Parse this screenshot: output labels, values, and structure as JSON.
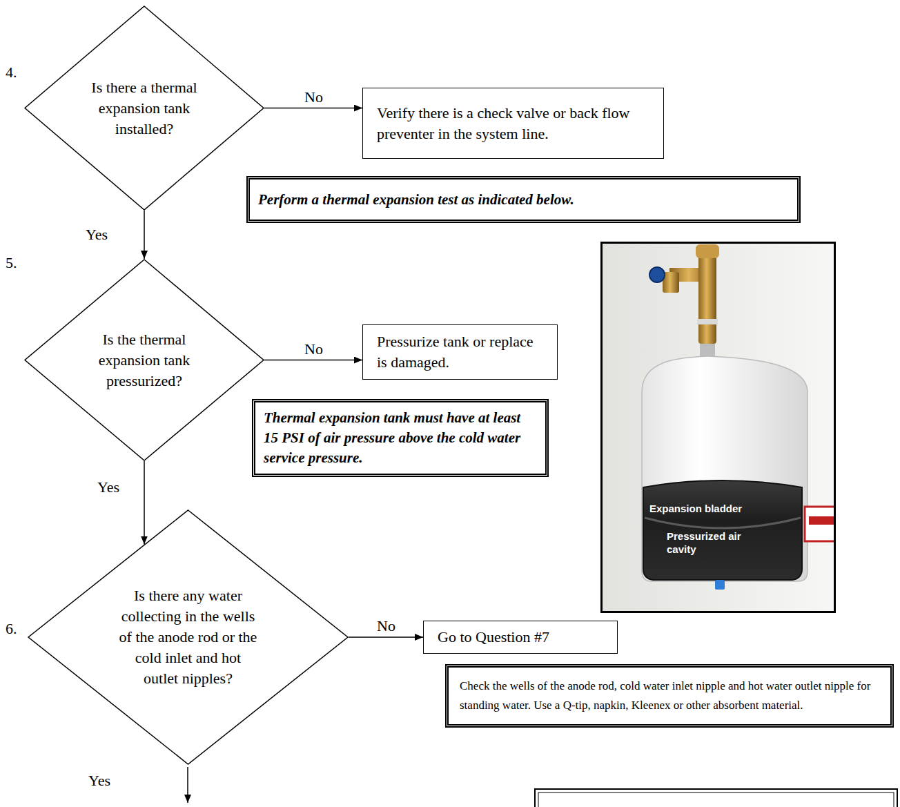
{
  "diagram": {
    "nodes": [
      {
        "text": [
          "Is there a thermal expansion tank installed?"
        ]
      },
      {
        "text": [
          "Verify there is a check valve or back flow preventer in the system line."
        ]
      },
      {
        "text": [
          "Perform a thermal expansion test as indicated below."
        ]
      },
      {
        "text": [
          "Is the thermal expansion tank pressurized?"
        ]
      },
      {
        "text": [
          "Pressurize tank or replace is damaged."
        ]
      },
      {
        "text": [
          "Thermal expansion tank must have at least 15 PSI of air pressure above the cold water service pressure."
        ]
      },
      {
        "text": [
          "Is there any water collecting in the wells of the anode rod or the cold inlet and hot outlet nipples?"
        ]
      },
      {
        "text": [
          "Go to Question #7"
        ]
      },
      {
        "text": [
          "Check the wells of the anode rod, cold water inlet nipple and hot water outlet nipple for standing water. Use a Q-tip, napkin, Kleenex or other absorbent material."
        ]
      }
    ],
    "edges": [
      {
        "from": 0,
        "to": 1,
        "label": "No",
        "arrow": "to"
      },
      {
        "from": 0,
        "to": 3,
        "label": "Yes",
        "arrow": "to"
      },
      {
        "from": 3,
        "to": 4,
        "label": "No",
        "arrow": "to"
      },
      {
        "from": 3,
        "to": 6,
        "label": "Yes",
        "arrow": "to"
      },
      {
        "from": 6,
        "to": 7,
        "label": "No",
        "arrow": "to"
      }
    ],
    "labels": [
      "4.",
      "5.",
      "Expansion bladder",
      "Pressurized air cavity",
      "6.",
      "Yes"
    ]
  }
}
